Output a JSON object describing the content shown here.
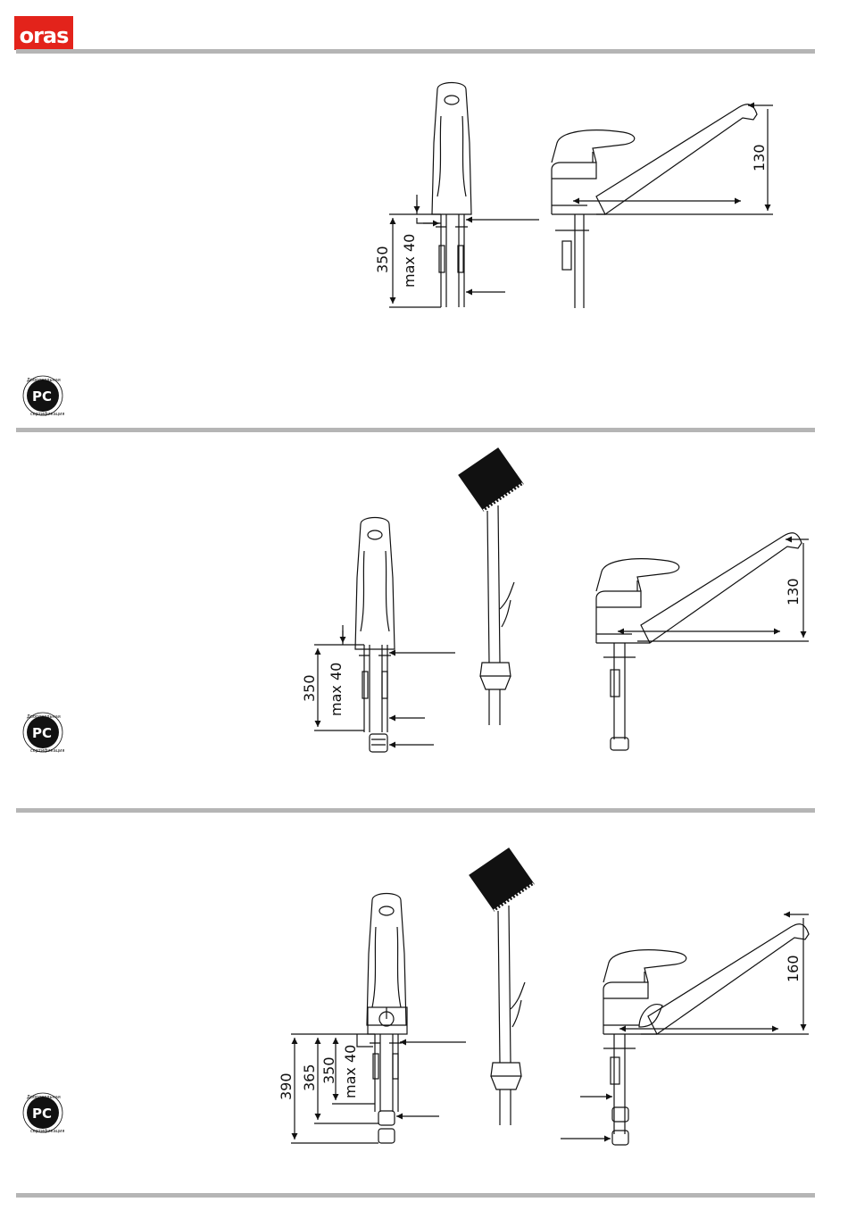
{
  "header": {
    "logo_text": "oras"
  },
  "cert": {
    "top_text": "Добровольная",
    "bottom_text": "сертификация",
    "mark": "PC"
  },
  "sections": [
    {
      "dims": {
        "overall": "350",
        "max": "max 40",
        "height": "130"
      }
    },
    {
      "dims": {
        "overall": "350",
        "max": "max 40",
        "height": "130"
      }
    },
    {
      "dims": {
        "d1": "390",
        "d2": "365",
        "overall": "350",
        "max": "max 40",
        "height": "160"
      }
    }
  ],
  "colors": {
    "brand": "#e3231b",
    "rule": "#b5b5b5"
  }
}
